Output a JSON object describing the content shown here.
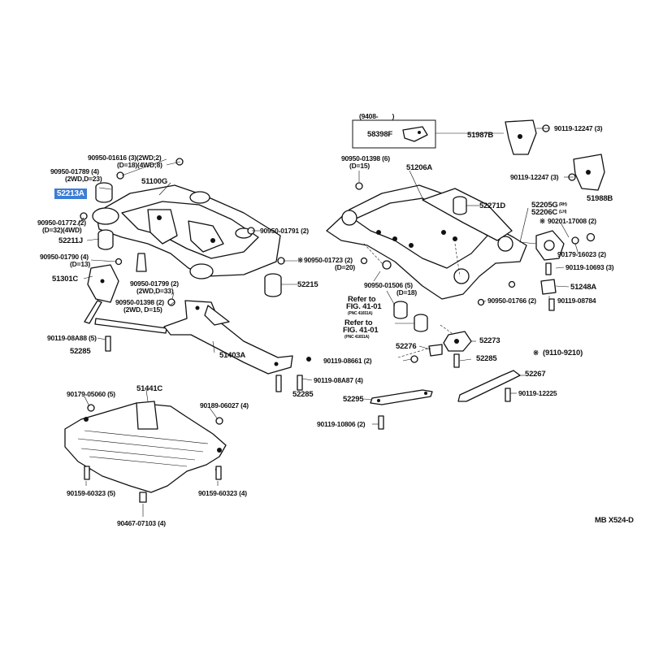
{
  "diagram_code": "MB X524-D",
  "callouts": {
    "c1": "90950-01616 (3)(2WD;2)",
    "c2": "(D=18)(4WD;8)",
    "c3": "90950-01789 (4)",
    "c4": "(2WD,D=23)",
    "c5": "52213A",
    "c6": "51100G",
    "c7": "90950-01772 (2)",
    "c8": "(D=32)(4WD)",
    "c9": "52211J",
    "c10": "90950-01790 (4)",
    "c11": "(D=13)",
    "c12": "51301C",
    "c13": "90950-01791 (2)",
    "c14": "90950-01723 (2)",
    "c15": "(D=20)",
    "c16": "90950-01799 (2)",
    "c17": "(2WD,D=33)",
    "c18": "52215",
    "c19": "90950-01398 (2)",
    "c20": "(2WD, D=15)",
    "c21": "90119-08A88 (5)",
    "c22": "52285",
    "c23": "51403A",
    "c24": "90119-08A87 (4)",
    "c25": "52285",
    "c26": "90179-05060 (5)",
    "c27": "51441C",
    "c28": "90189-06027 (4)",
    "c29": "90159-60323 (5)",
    "c30": "90159-60323 (4)",
    "c31": "90467-07103 (4)",
    "c32": "(9408-        )",
    "c33": "58398F",
    "c34": "51987B",
    "c35": "90119-12247 (3)",
    "c36": "90119-12247 (3)",
    "c37": "51988B",
    "c38": "90950-01398 (6)",
    "c39": "(D=15)",
    "c40": "51206A",
    "c41": "52271D",
    "c42": "52205G",
    "c43": "(RH)",
    "c44": "52206C",
    "c45": "(LH)",
    "c46": "90201-17008 (2)",
    "c47": "90179-16023 (2)",
    "c48": "90119-10693 (3)",
    "c49": "51248A",
    "c50": "90119-08784",
    "c51": "90950-01766 (2)",
    "c52": "90950-01506 (5)",
    "c53": "(D=18)",
    "c54": "Refer to",
    "c55": "FIG. 41-01",
    "c56": "(PNC 41651A)",
    "c57": "Refer to",
    "c58": "FIG. 41-01",
    "c59": "(PNC 41651A)",
    "c60": "52273",
    "c61": "52276",
    "c62": "90119-08661 (2)",
    "c63": "52285",
    "c64": "(9110-9210)",
    "c65": "52267",
    "c66": "52295",
    "c67": "90119-12225",
    "c68": "90119-10806 (2)",
    "c69": "※",
    "c70": "※",
    "c71": "※"
  }
}
